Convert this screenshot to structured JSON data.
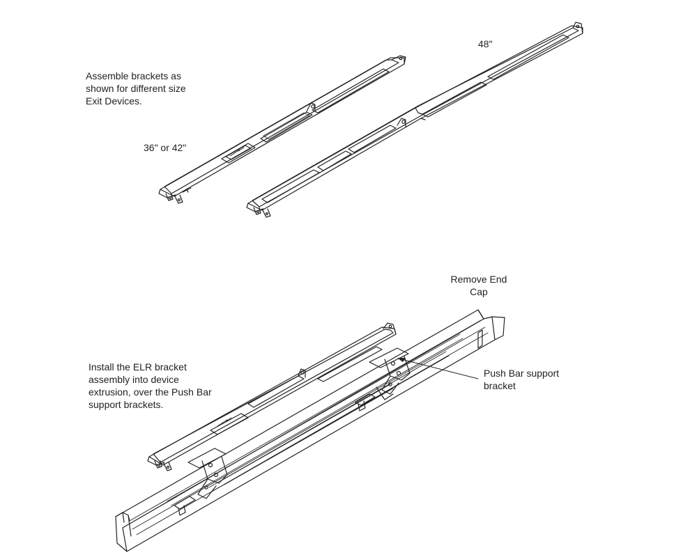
{
  "top_section": {
    "instruction": [
      "Assemble brackets as",
      "shown for different size",
      "Exit Devices."
    ],
    "label_short": "36\" or 42\"",
    "label_long": "48\""
  },
  "bottom_section": {
    "instruction": [
      "Install the ELR bracket",
      "assembly into device",
      "extrusion, over the Push Bar",
      "support brackets."
    ],
    "end_cap_label": [
      "Remove End",
      "Cap"
    ],
    "push_bar_label": [
      "Push Bar support",
      "bracket"
    ]
  }
}
